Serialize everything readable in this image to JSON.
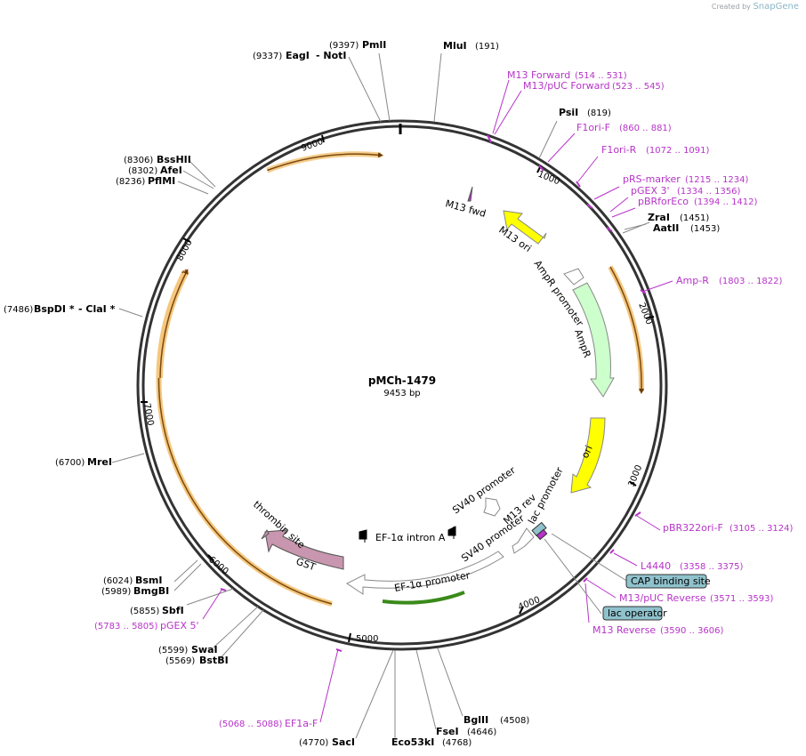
{
  "credit": {
    "prefix": "Created by",
    "brand": "SnapGene"
  },
  "plasmid": {
    "name": "pMCh-1479",
    "size_label": "9453 bp",
    "length": 9453
  },
  "ticks": [
    "1000",
    "2000",
    "3000",
    "4000",
    "5000",
    "6000",
    "7000",
    "8000",
    "9000"
  ],
  "sites": [
    {
      "name": "MluI",
      "pos": "(191)"
    },
    {
      "name": "PsiI",
      "pos": "(819)"
    },
    {
      "name": "ZraI",
      "pos": "(1451)"
    },
    {
      "name": "AatII",
      "pos": "(1453)"
    },
    {
      "name": "BglII",
      "pos": "(4508)"
    },
    {
      "name": "FseI",
      "pos": "(4646)"
    },
    {
      "name": "Eco53kI",
      "pos": "(4768)"
    },
    {
      "name": "SacI",
      "pos": "(4770)"
    },
    {
      "name": "BstBI",
      "pos": "(5569)"
    },
    {
      "name": "SwaI",
      "pos": "(5599)"
    },
    {
      "name": "SbfI",
      "pos": "(5855)"
    },
    {
      "name": "BmgBI",
      "pos": "(5989)"
    },
    {
      "name": "BsmI",
      "pos": "(6024)"
    },
    {
      "name": "MreI",
      "pos": "(6700)"
    },
    {
      "name": "BspDI *",
      "pos": "(7486)"
    },
    {
      "name": "- ClaI *",
      "pos": ""
    },
    {
      "name": "PflMI",
      "pos": "(8236)"
    },
    {
      "name": "AfeI",
      "pos": "(8302)"
    },
    {
      "name": "BssHII",
      "pos": "(8306)"
    },
    {
      "name": "EagI",
      "pos": "(9337)"
    },
    {
      "name": "- NotI",
      "pos": ""
    },
    {
      "name": "PmlI",
      "pos": "(9397)"
    }
  ],
  "primers": [
    {
      "name": "M13 Forward",
      "pos": "(514 .. 531)"
    },
    {
      "name": "M13/pUC Forward",
      "pos": "(523 .. 545)"
    },
    {
      "name": "F1ori-F",
      "pos": "(860 .. 881)"
    },
    {
      "name": "F1ori-R",
      "pos": "(1072 .. 1091)"
    },
    {
      "name": "pRS-marker",
      "pos": "(1215 .. 1234)"
    },
    {
      "name": "pGEX 3'",
      "pos": "(1334 .. 1356)"
    },
    {
      "name": "pBRforEco",
      "pos": "(1394 .. 1412)"
    },
    {
      "name": "Amp-R",
      "pos": "(1803 .. 1822)"
    },
    {
      "name": "pBR322ori-F",
      "pos": "(3105 .. 3124)"
    },
    {
      "name": "L4440",
      "pos": "(3358 .. 3375)"
    },
    {
      "name": "M13/pUC Reverse",
      "pos": "(3571 .. 3593)"
    },
    {
      "name": "M13 Reverse",
      "pos": "(3590 .. 3606)"
    },
    {
      "name": "EF1a-F",
      "pos": "(5068 .. 5088)"
    },
    {
      "name": "pGEX 5'",
      "pos": "(5783 .. 5805)"
    }
  ],
  "boxed_features": [
    "CAP binding site",
    "lac operator"
  ],
  "features": [
    {
      "name": "M13 fwd"
    },
    {
      "name": "M13 ori"
    },
    {
      "name": "AmpR promoter"
    },
    {
      "name": "AmpR"
    },
    {
      "name": "ori"
    },
    {
      "name": "lac promoter"
    },
    {
      "name": "M13 rev"
    },
    {
      "name": "SV40 promoter"
    },
    {
      "name": "SV40 promoter"
    },
    {
      "name": "EF-1α intron A"
    },
    {
      "name": "EF-1α promoter"
    },
    {
      "name": "GST"
    },
    {
      "name": "thrombin site"
    }
  ],
  "colors": {
    "backbone": "#333333",
    "primer": "#b733c9",
    "ori_feature": "#ffff00",
    "m13ori_feature": "#ffff00",
    "ampr_feature": "#ccffcc",
    "gst_feature": "#c896ae",
    "orf_highlight": "#f5c77e",
    "promoter_outline": "#ffffff",
    "boxed_fill": "#8fc2cc",
    "ef1a_highlight": "#6fbf3f"
  }
}
